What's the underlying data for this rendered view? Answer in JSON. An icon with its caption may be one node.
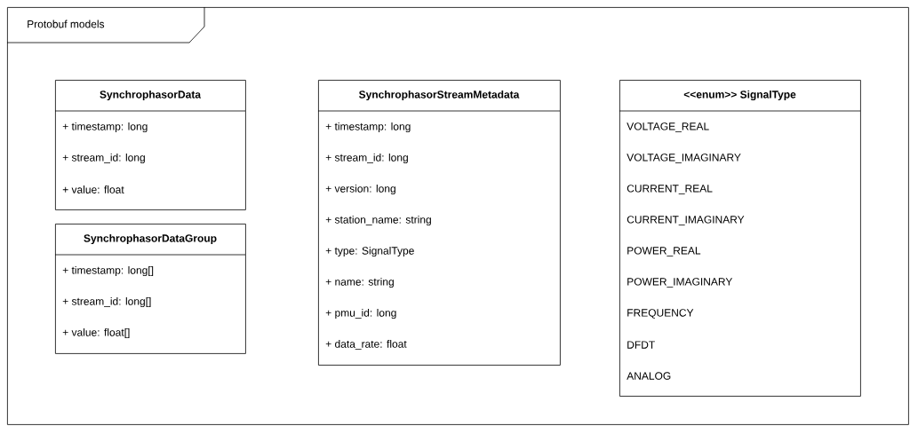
{
  "diagram": {
    "nodes": [
      {
        "text": [
          "Protobuf models"
        ]
      },
      {
        "text": [
          "SynchrophasorData",
          "+ timestamp: long",
          "+ stream_id: long",
          "+ value: float"
        ],
        "in": 0
      },
      {
        "text": [
          "SynchrophasorDataGroup",
          "+ timestamp: long[]",
          "+ stream_id: long[]",
          "+ value: float[]"
        ],
        "in": 0
      },
      {
        "text": [
          "SynchrophasorStreamMetadata",
          "+ timestamp: long",
          "+ stream_id: long",
          "+ version: long",
          "+ station_name: string",
          "+ type: SignalType",
          "+ name: string",
          "+ pmu_id: long",
          "+ data_rate: float"
        ],
        "in": 0
      },
      {
        "text": [
          "<<enum>> SignalType",
          "VOLTAGE_REAL",
          "VOLTAGE_IMAGINARY",
          "CURRENT_REAL",
          "CURRENT_IMAGINARY",
          "POWER_REAL",
          "POWER_IMAGINARY",
          "FREQUENCY",
          "DFDT",
          "ANALOG"
        ],
        "in": 0
      }
    ]
  }
}
